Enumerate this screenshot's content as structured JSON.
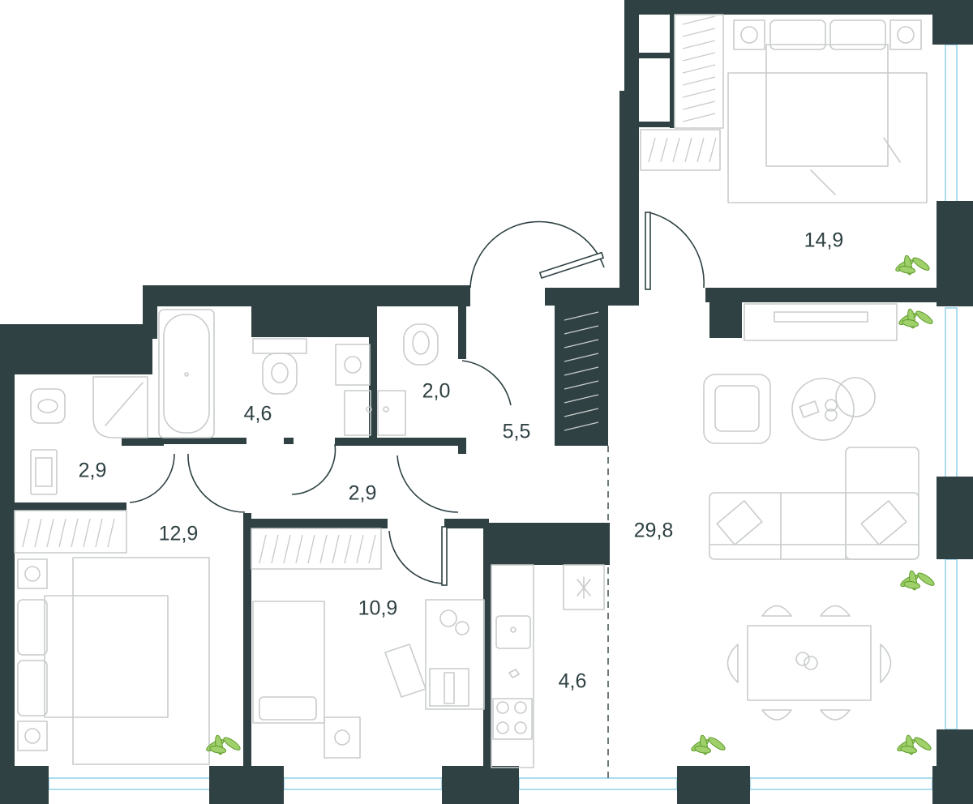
{
  "colors": {
    "wall": "#2f4143",
    "furniture": "#c9cccc",
    "window": "#8fd0ea",
    "plant": "#9fd06a"
  },
  "rooms": [
    {
      "id": "bedroom-master",
      "area": "14,9"
    },
    {
      "id": "bathroom-main",
      "area": "4,6"
    },
    {
      "id": "toilet",
      "area": "2,0"
    },
    {
      "id": "hall",
      "area": "5,5"
    },
    {
      "id": "bathroom-small",
      "area": "2,9"
    },
    {
      "id": "corridor",
      "area": "2,9"
    },
    {
      "id": "bedroom-left",
      "area": "12,9"
    },
    {
      "id": "bedroom-middle",
      "area": "10,9"
    },
    {
      "id": "living",
      "area": "29,8"
    },
    {
      "id": "kitchen",
      "area": "4,6"
    }
  ]
}
